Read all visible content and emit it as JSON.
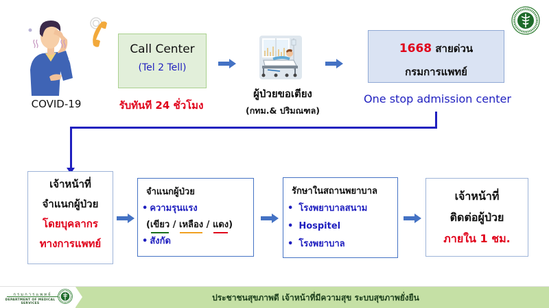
{
  "top_row": {
    "patient": {
      "label": "COVID-19",
      "icon": "sick-person-icon",
      "phone_icon": "ringing-phone-icon"
    },
    "call_center": {
      "title": "Call Center",
      "subtitle": "(Tel 2 Tell)",
      "note": "รับทันที 24 ชั่วโมง",
      "bg_color": "#e2efda"
    },
    "bed_request": {
      "icon": "hospital-bed-patient-icon",
      "label": "ผู้ป่วยขอเตียง",
      "sublabel": "(กทม.& ปริมณฑล)"
    },
    "hotline": {
      "number": "1668",
      "line1_rest": "สายด่วน",
      "line2": "กรมการแพทย์",
      "caption": "One stop admission center",
      "bg_color": "#dae3f3"
    },
    "ministry_logo": "ministry-of-public-health-logo"
  },
  "bottom_row": {
    "staff_triage": {
      "lines": [
        "เจ้าหน้าที่",
        "จำแนกผู้ป่วย"
      ],
      "red_lines": [
        "โดยบุคลากร",
        "ทางการแพทย์"
      ]
    },
    "classification": {
      "heading": "จำแนกผู้ป่วย",
      "bullet1": "ความรุนแรง",
      "severity_open": "(",
      "severity": [
        {
          "label": "เขียว",
          "color": "#1a6e1a"
        },
        {
          "label": "เหลือง",
          "color": "#f0a020"
        },
        {
          "label": "แดง",
          "color": "#e0001a"
        }
      ],
      "severity_sep": " / ",
      "severity_close": ")",
      "bullet2": "สังกัด"
    },
    "treatment": {
      "heading": "รักษาในสถานพยาบาล",
      "items": [
        "โรงพยาบาลสนาม",
        "Hospitel",
        "โรงพยาบาล"
      ]
    },
    "contact": {
      "lines": [
        "เจ้าหน้าที่",
        "ติดต่อผู้ป่วย"
      ],
      "red_line": "ภายใน 1 ชม."
    }
  },
  "footer": {
    "dept_th": "กรมการแพทย์",
    "dept_en": "DEPARTMENT OF MEDICAL SERVICES",
    "slogan": "ประชาชนสุขภาพดี เจ้าหน้าที่มีความสุข ระบบสุขภาพยั่งยืน",
    "bar_color": "#c5e0a5"
  },
  "colors": {
    "accent_blue": "#1f1fbf",
    "alert_red": "#e0001a",
    "arrow_blue": "#4472c4"
  }
}
